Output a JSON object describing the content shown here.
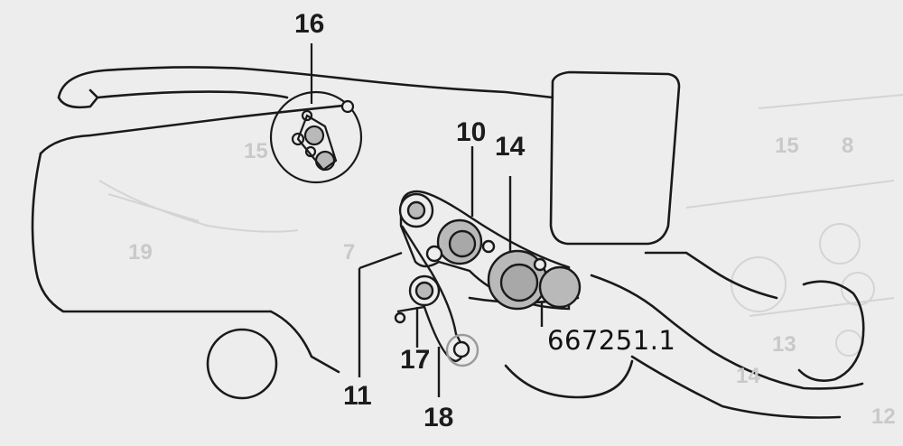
{
  "diagram": {
    "callouts": {
      "c16": "16",
      "c10": "10",
      "c14": "14",
      "c11": "11",
      "c17": "17",
      "c18": "18"
    },
    "part_code": "667251.1",
    "background_labels": {
      "b15_left": "15",
      "b19": "19",
      "b7": "7",
      "b15_right": "15",
      "b8": "8",
      "b13": "13",
      "b14": "14",
      "b12": "12"
    },
    "colors": {
      "line": "#1a1a1a",
      "pulley_fill": "#b9b9b9",
      "pulley_dark": "#8a8a8a",
      "ghost": "#d2d2d2",
      "background": "#ededed"
    }
  }
}
